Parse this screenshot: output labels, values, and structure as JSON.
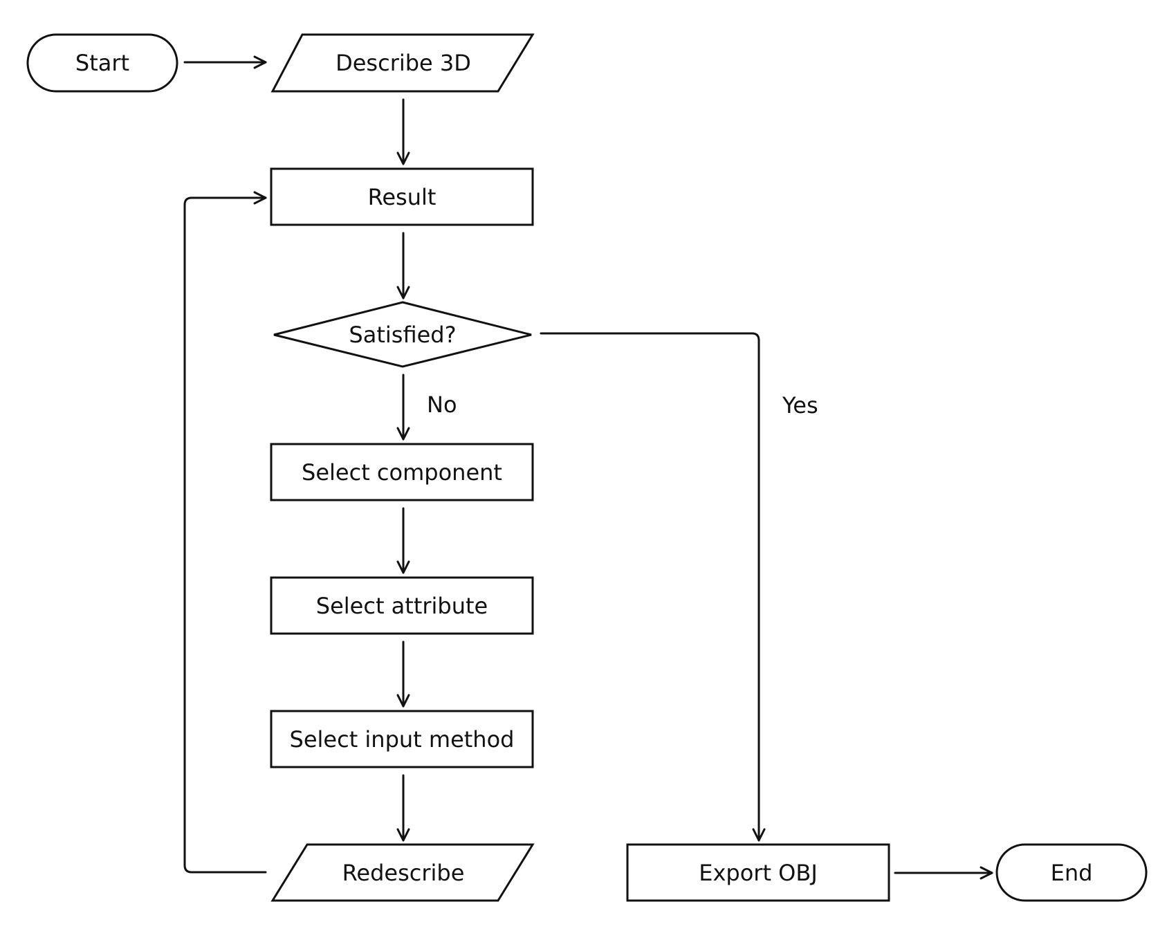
{
  "nodes": {
    "start": "Start",
    "describe": "Describe 3D",
    "result": "Result",
    "satisfied": "Satisfied?",
    "select_component": "Select component",
    "select_attribute": "Select attribute",
    "select_input_method": "Select input method",
    "redescribe": "Redescribe",
    "export": "Export OBJ",
    "end": "End"
  },
  "edge_labels": {
    "no": "No",
    "yes": "Yes"
  },
  "colors": {
    "stroke": "#111111",
    "background": "#ffffff"
  }
}
